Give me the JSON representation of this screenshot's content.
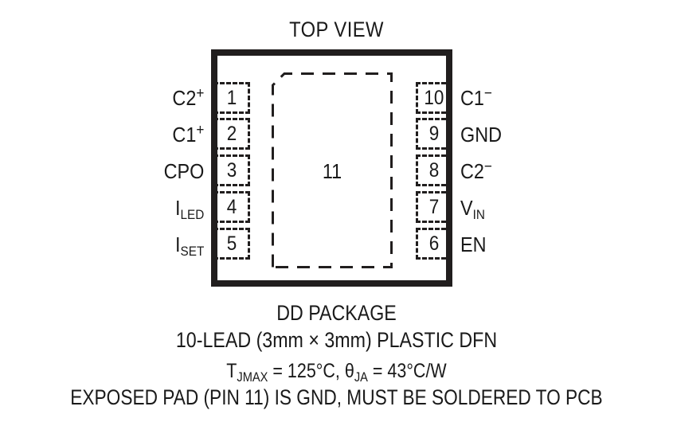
{
  "title": "TOP VIEW",
  "package": {
    "exposed_pad_number": "11",
    "left_pins": [
      {
        "number": "1",
        "name_base": "C2",
        "name_script": "+",
        "script_type": "sup",
        "full": "C2+"
      },
      {
        "number": "2",
        "name_base": "C1",
        "name_script": "+",
        "script_type": "sup",
        "full": "C1+"
      },
      {
        "number": "3",
        "name_base": "CPO",
        "name_script": "",
        "script_type": "none",
        "full": "CPO"
      },
      {
        "number": "4",
        "name_base": "I",
        "name_script": "LED",
        "script_type": "sub",
        "full": "ILED"
      },
      {
        "number": "5",
        "name_base": "I",
        "name_script": "SET",
        "script_type": "sub",
        "full": "ISET"
      }
    ],
    "right_pins": [
      {
        "number": "10",
        "name_base": "C1",
        "name_script": "−",
        "script_type": "sup",
        "full": "C1-"
      },
      {
        "number": "9",
        "name_base": "GND",
        "name_script": "",
        "script_type": "none",
        "full": "GND"
      },
      {
        "number": "8",
        "name_base": "C2",
        "name_script": "−",
        "script_type": "sup",
        "full": "C2-"
      },
      {
        "number": "7",
        "name_base": "V",
        "name_script": "IN",
        "script_type": "sub",
        "full": "VIN"
      },
      {
        "number": "6",
        "name_base": "EN",
        "name_script": "",
        "script_type": "none",
        "full": "EN"
      }
    ]
  },
  "caption": {
    "line1": "DD PACKAGE",
    "line2": "10-LEAD (3mm × 3mm) PLASTIC DFN",
    "line3_prefix": "T",
    "line3_sub1": "JMAX",
    "line3_mid": " = 125°C, θ",
    "line3_sub2": "JA",
    "line3_suffix": " = 43°C/W",
    "line4": "EXPOSED PAD (PIN 11) IS GND, MUST BE SOLDERED TO PCB"
  },
  "colors": {
    "ink": "#1a1a1a",
    "outline": "#211e1e",
    "background": "#ffffff"
  }
}
